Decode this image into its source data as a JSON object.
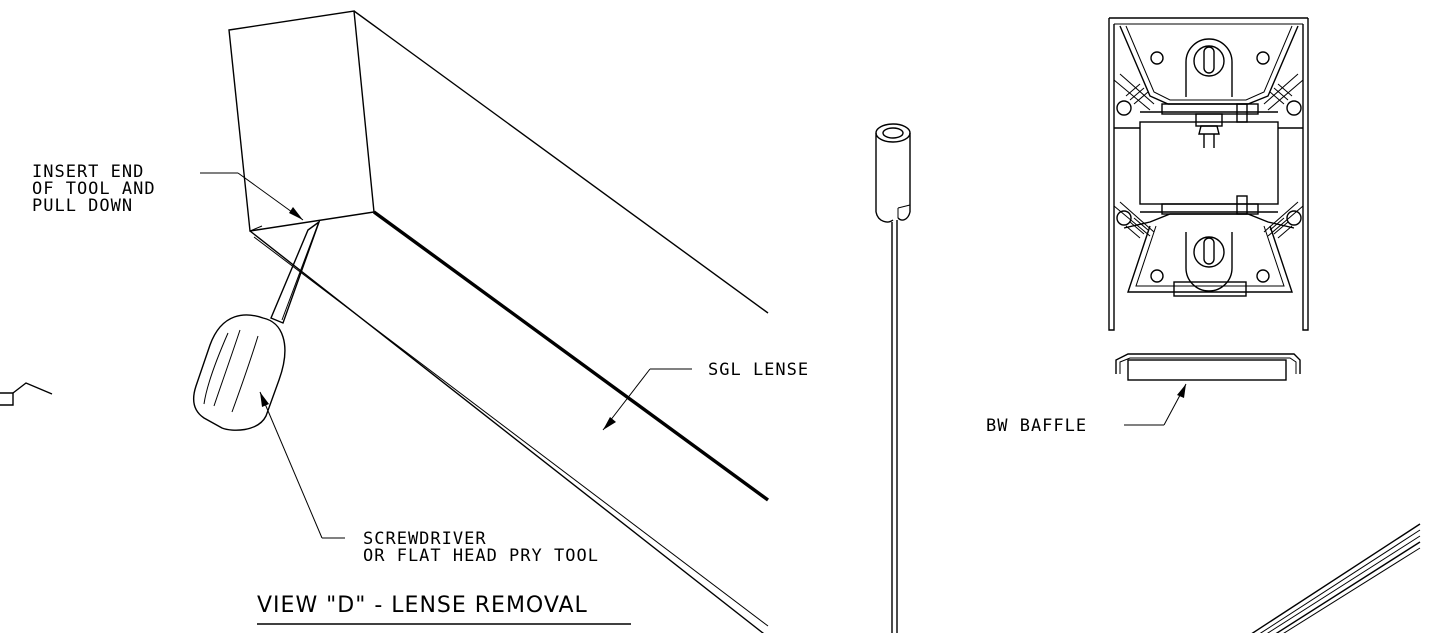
{
  "callouts": {
    "insert_tool": [
      "INSERT END",
      "OF TOOL AND",
      "PULL DOWN"
    ],
    "sgl_lense": "SGL LENSE",
    "screwdriver": [
      "SCREWDRIVER",
      "OR FLAT HEAD PRY TOOL"
    ],
    "bw_baffle": "BW BAFFLE"
  },
  "view_title": "VIEW \"D\" - LENSE REMOVAL"
}
